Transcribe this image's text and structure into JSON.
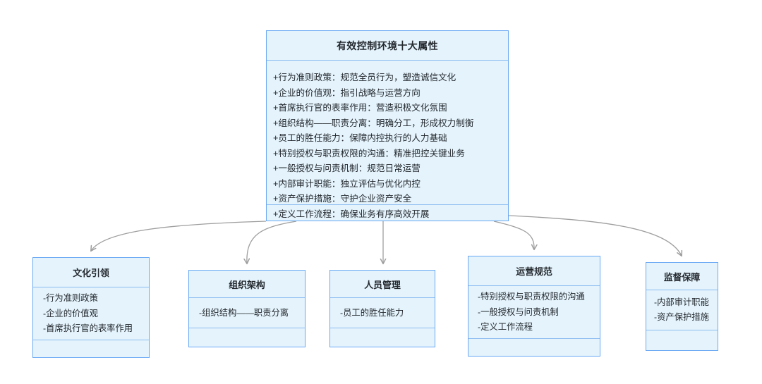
{
  "diagram": {
    "title": "有效控制环境十大属性",
    "colors": {
      "box_fill": "#e4f3fc",
      "box_border": "#6aa9f4",
      "divider": "#8dbdf0",
      "connector": "#9e9e9e",
      "text": "#24292e",
      "background": "#ffffff"
    },
    "root": {
      "header": "有效控制环境十大属性",
      "items": [
        "+行为准则政策：规范全员行为，塑造诚信文化",
        "+企业的价值观：指引战略与运营方向",
        "+首席执行官的表率作用：营造积极文化氛围",
        "+组织结构——职责分离：明确分工，形成权力制衡",
        "+员工的胜任能力：保障内控执行的人力基础",
        "+特别授权与职责权限的沟通：精准把控关键业务",
        "+一般授权与问责机制：规范日常运营",
        "+内部审计职能：独立评估与优化内控",
        "+资产保护措施：守护企业资产安全",
        "+定义工作流程：确保业务有序高效开展"
      ],
      "footer": ""
    },
    "children": [
      {
        "id": "culture",
        "header": "文化引领",
        "items": [
          "-行为准则政策",
          "-企业的价值观",
          "-首席执行官的表率作用"
        ],
        "footer": ""
      },
      {
        "id": "org",
        "header": "组织架构",
        "items": [
          "-组织结构——职责分离"
        ],
        "footer": ""
      },
      {
        "id": "people",
        "header": "人员管理",
        "items": [
          "-员工的胜任能力"
        ],
        "footer": ""
      },
      {
        "id": "ops",
        "header": "运营规范",
        "items": [
          "-特别授权与职责权限的沟通",
          "-一般授权与问责机制",
          "-定义工作流程"
        ],
        "footer": ""
      },
      {
        "id": "supervision",
        "header": "监督保障",
        "items": [
          "-内部审计职能",
          "-资产保护措施"
        ],
        "footer": ""
      }
    ]
  }
}
